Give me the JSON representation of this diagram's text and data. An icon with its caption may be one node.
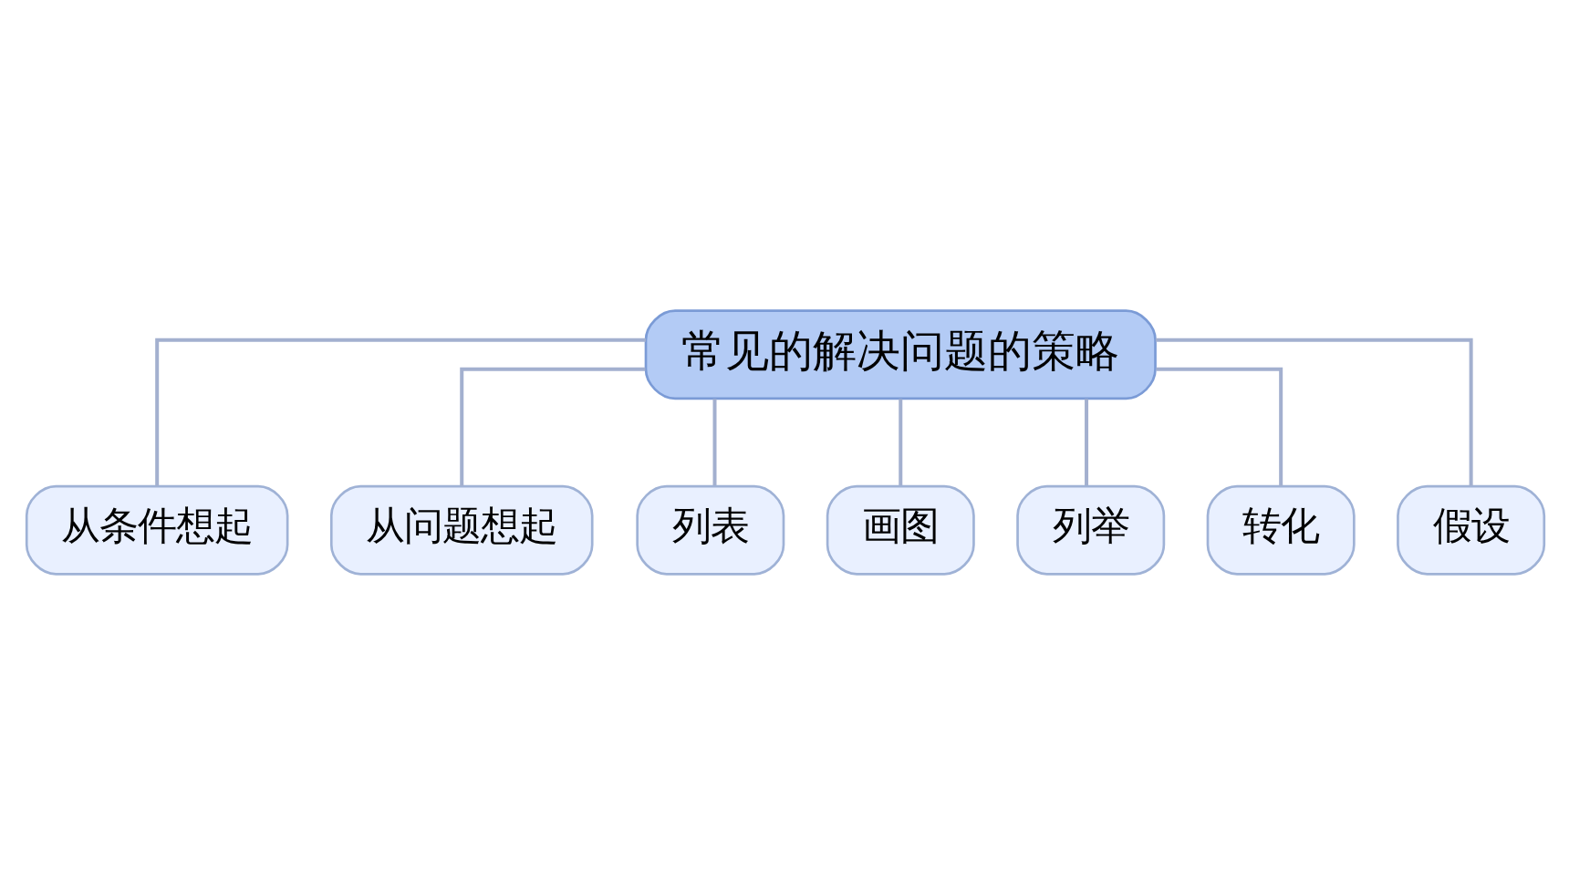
{
  "diagram": {
    "nodes": [
      {
        "text": [
          "常见的解决问题的策略"
        ]
      },
      {
        "text": [
          "从条件想起"
        ]
      },
      {
        "text": [
          "从问题想起"
        ]
      },
      {
        "text": [
          "列表"
        ]
      },
      {
        "text": [
          "画图"
        ]
      },
      {
        "text": [
          "列举"
        ]
      },
      {
        "text": [
          "转化"
        ]
      },
      {
        "text": [
          "假设"
        ]
      }
    ],
    "edges": [
      {
        "from": 0,
        "to": 1,
        "arrow": "none"
      },
      {
        "from": 0,
        "to": 2,
        "arrow": "none"
      },
      {
        "from": 0,
        "to": 3,
        "arrow": "none"
      },
      {
        "from": 0,
        "to": 4,
        "arrow": "none"
      },
      {
        "from": 0,
        "to": 5,
        "arrow": "none"
      },
      {
        "from": 0,
        "to": 6,
        "arrow": "none"
      },
      {
        "from": 0,
        "to": 7,
        "arrow": "none"
      }
    ]
  }
}
